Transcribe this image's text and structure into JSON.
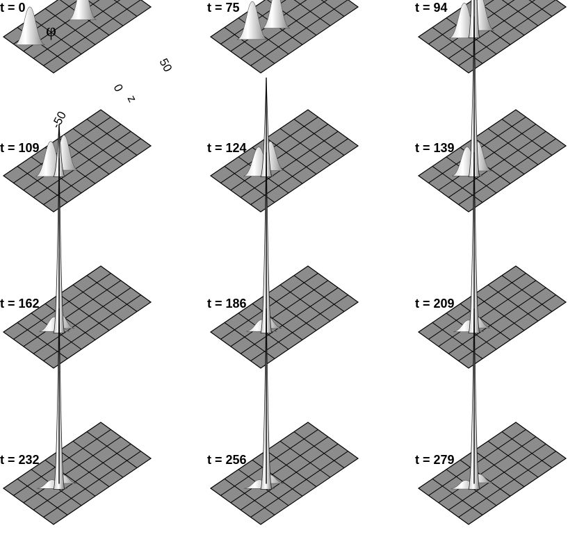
{
  "figure": {
    "y_axis_symbol": "φ",
    "z_axis_symbol": "z",
    "z_tick_labels": [
      "-50",
      "0",
      "50"
    ],
    "frames": [
      {
        "label": "t = 0",
        "t": 0,
        "type": "two-pulses",
        "pulse_gap": 1.0,
        "pulse_height": 0.13,
        "peak_height": 0.0
      },
      {
        "label": "t = 75",
        "t": 75,
        "type": "two-pulses",
        "pulse_gap": 0.45,
        "pulse_height": 0.13,
        "peak_height": 0.0
      },
      {
        "label": "t = 94",
        "t": 94,
        "type": "two-pulses-spike",
        "pulse_gap": 0.3,
        "pulse_height": 0.12,
        "peak_height": 0.62
      },
      {
        "label": "t = 109",
        "t": 109,
        "type": "merged",
        "pulse_gap": 0.25,
        "pulse_height": 0.12,
        "peak_height": 0.18
      },
      {
        "label": "t = 124",
        "t": 124,
        "type": "merged",
        "pulse_gap": 0.22,
        "pulse_height": 0.1,
        "peak_height": 0.34
      },
      {
        "label": "t = 139",
        "t": 139,
        "type": "merged",
        "pulse_gap": 0.2,
        "pulse_height": 0.1,
        "peak_height": 0.55
      },
      {
        "label": "t = 162",
        "t": 162,
        "type": "spike",
        "pulse_gap": 0.12,
        "pulse_height": 0.05,
        "peak_height": 0.6
      },
      {
        "label": "t = 186",
        "t": 186,
        "type": "spike",
        "pulse_gap": 0.12,
        "pulse_height": 0.04,
        "peak_height": 0.62
      },
      {
        "label": "t = 209",
        "t": 209,
        "type": "spike",
        "pulse_gap": 0.15,
        "pulse_height": 0.04,
        "peak_height": 0.62
      },
      {
        "label": "t = 232",
        "t": 232,
        "type": "spike",
        "pulse_gap": 0.2,
        "pulse_height": 0.03,
        "peak_height": 0.62
      },
      {
        "label": "t = 256",
        "t": 256,
        "type": "spike",
        "pulse_gap": 0.2,
        "pulse_height": 0.03,
        "peak_height": 0.62
      },
      {
        "label": "t = 279",
        "t": 279,
        "type": "spike",
        "pulse_gap": 0.25,
        "pulse_height": 0.03,
        "peak_height": 0.62
      }
    ]
  }
}
